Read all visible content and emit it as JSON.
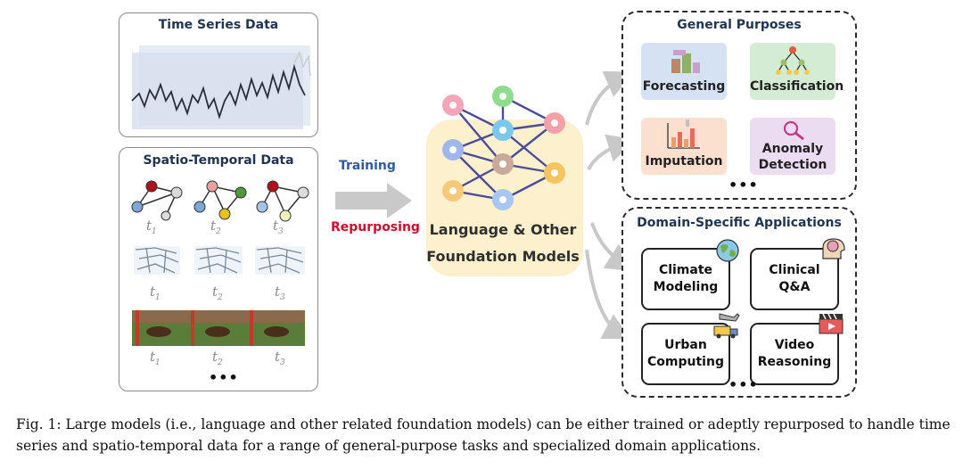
{
  "input_panels": {
    "time_series_title": "Time Series Data",
    "spatio_temporal_title": "Spatio-Temporal Data",
    "time_labels": [
      {
        "base": "t",
        "sub": "1"
      },
      {
        "base": "t",
        "sub": "2"
      },
      {
        "base": "t",
        "sub": "3"
      }
    ],
    "ellipsis": "•••"
  },
  "center": {
    "training_label": "Training",
    "repurposing_label": "Repurposing",
    "model_label_line1": "Language & Other",
    "model_label_line2": "Foundation Models",
    "colors": {
      "training": "#2f5d9b",
      "repurposing": "#c8102e",
      "halo": "#fdf0c8"
    }
  },
  "general_purposes": {
    "title": "General Purposes",
    "tasks": [
      {
        "label": "Forecasting",
        "icon": "forecasting-icon",
        "bg": "#d4e2f4"
      },
      {
        "label": "Classification",
        "icon": "classification-tree-icon",
        "bg": "#d4ecd4"
      },
      {
        "label": "Imputation",
        "icon": "imputation-bars-icon",
        "bg": "#fbe0cf"
      },
      {
        "label": "Anomaly\nDetection",
        "icon": "anomaly-magnifier-icon",
        "bg": "#ecdcf2"
      }
    ],
    "ellipsis": "•••"
  },
  "domain_applications": {
    "title": "Domain-Specific Applications",
    "apps": [
      {
        "label": "Climate\nModeling",
        "icon": "globe-icon"
      },
      {
        "label": "Clinical\nQ&A",
        "icon": "brain-head-icon"
      },
      {
        "label": "Urban\nComputing",
        "icon": "plane-truck-icon"
      },
      {
        "label": "Video\nReasoning",
        "icon": "clapperboard-icon"
      }
    ],
    "ellipsis": "•••"
  },
  "caption": "Fig. 1: Large models (i.e., language and other related foundation models) can be either trained or adeptly repurposed to handle time series and spatio-temporal data for a range of general-purpose tasks and specialized domain applications."
}
